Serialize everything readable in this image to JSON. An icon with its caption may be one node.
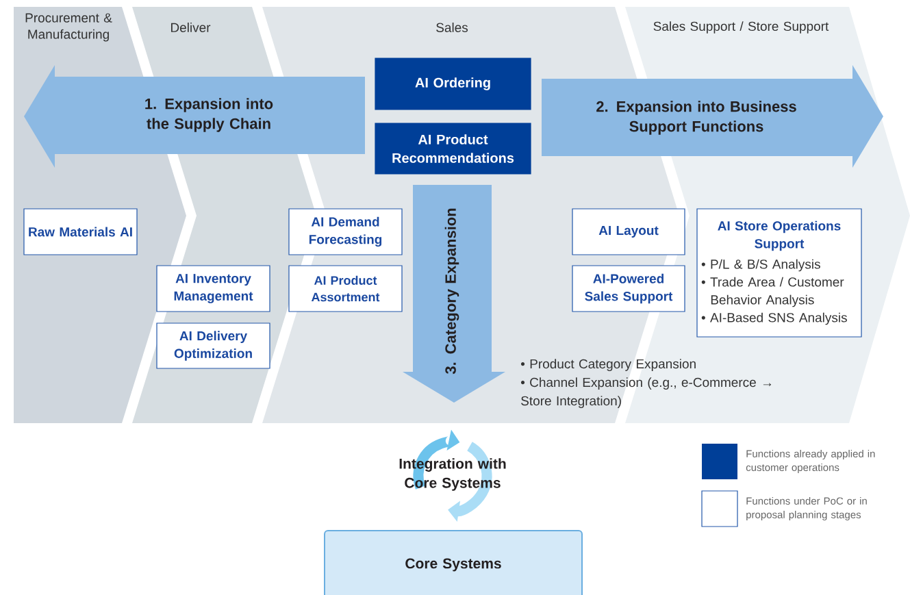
{
  "diagram": {
    "nodes": [
      {
        "text": [
          "Procurement & Manufacturing"
        ]
      },
      {
        "text": [
          "Deliver"
        ]
      },
      {
        "text": [
          "Sales"
        ]
      },
      {
        "text": [
          "Sales Support / Store Support"
        ]
      },
      {
        "text": [
          "1. Expansion into the Supply Chain"
        ]
      },
      {
        "text": [
          "AI Ordering"
        ],
        "in": 2
      },
      {
        "text": [
          "AI Product Recommendations"
        ],
        "in": 2
      },
      {
        "text": [
          "2. Expansion into Business Support Functions"
        ]
      },
      {
        "text": [
          "Raw Materials AI"
        ],
        "in": 0
      },
      {
        "text": [
          "AI Demand Forecasting"
        ],
        "in": 2
      },
      {
        "text": [
          "AI Product Assortment"
        ],
        "in": 2
      },
      {
        "text": [
          "3. Category Expansion"
        ],
        "in": 2,
        "beside": [
          "• Product Category Expansion",
          "• Channel Expansion (e.g., e-Commerce → Store Integration)"
        ]
      },
      {
        "text": [
          "AI Layout"
        ],
        "in": 2
      },
      {
        "text": [
          "AI Store Operations Support",
          "• P/L & B/S Analysis",
          "• Trade Area / Customer Behavior Analysis",
          "• AI-Based SNS Analysis"
        ],
        "in": 3
      },
      {
        "text": [
          "AI Inventory Management"
        ],
        "in": 1
      },
      {
        "text": [
          "AI-Powered Sales Support"
        ],
        "in": 2
      },
      {
        "text": [
          "AI Delivery Optimization"
        ],
        "in": 1
      },
      {
        "text": [
          "Integration with Core Systems"
        ]
      },
      {
        "text": [
          "Core Systems"
        ]
      }
    ],
    "legend": [
      {
        "text": "Functions already applied in customer operations",
        "color": "#003f98"
      },
      {
        "text": "Functions under PoC or in proposal planning stages"
      }
    ]
  }
}
